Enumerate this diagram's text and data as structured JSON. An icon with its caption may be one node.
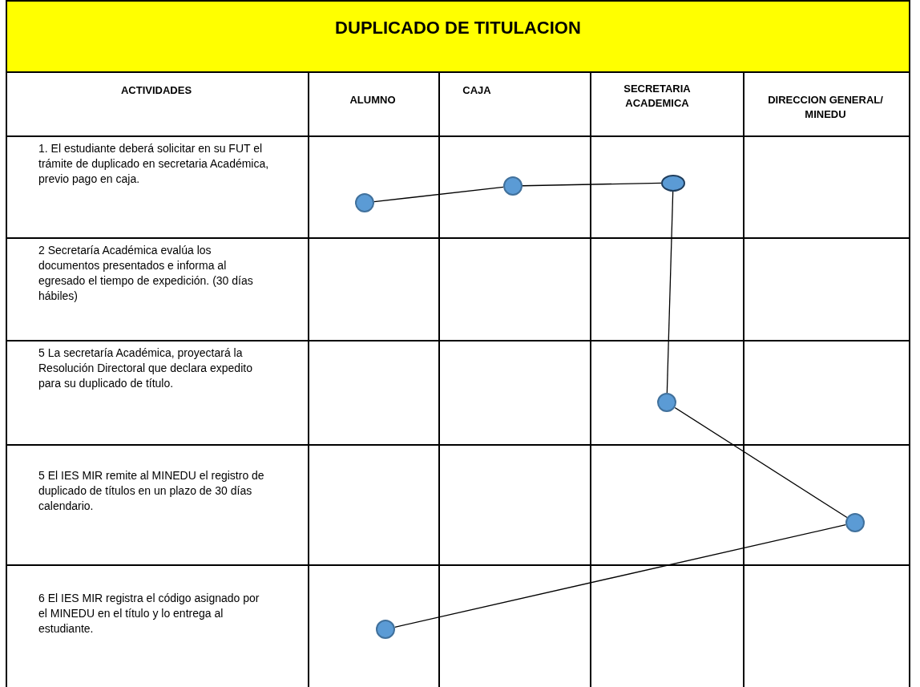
{
  "diagram": {
    "title": "DUPLICADO DE TITULACION",
    "nodes": [
      {
        "text": [],
        "shape": "circle"
      },
      {
        "text": [],
        "shape": "circle"
      },
      {
        "text": [],
        "shape": "circle"
      },
      {
        "text": [],
        "shape": "circle"
      },
      {
        "text": [],
        "shape": "circle"
      },
      {
        "text": [],
        "shape": "circle"
      }
    ],
    "edges": [
      {
        "from": 0,
        "to": 1,
        "arrow": "none"
      },
      {
        "from": 1,
        "to": 2,
        "arrow": "none"
      },
      {
        "from": 2,
        "to": 3,
        "arrow": "none"
      },
      {
        "from": 3,
        "to": 4,
        "arrow": "none"
      },
      {
        "from": 4,
        "to": 5,
        "arrow": "none"
      }
    ],
    "labels": [
      "ACTIVIDADES",
      "ALUMNO",
      "CAJA",
      "SECRETARIA ACADEMICA",
      "DIRECCION GENERAL/ MINEDU",
      "1. El estudiante deberá solicitar en su FUT el trámite de duplicado en secretaria Académica, previo pago en caja.",
      "2 Secretaría Académica evalúa los documentos presentados e informa al egresado el tiempo de expedición. (30 días hábiles)",
      "5 La secretaría Académica, proyectará la Resolución Directoral que declara expedito para su duplicado de título.",
      "5 El IES MIR remite al MINEDU el registro de duplicado de títulos en un plazo de 30 días calendario.",
      "6 El IES MIR registra el código asignado por el MINEDU en el título y lo entrega al estudiante."
    ]
  }
}
